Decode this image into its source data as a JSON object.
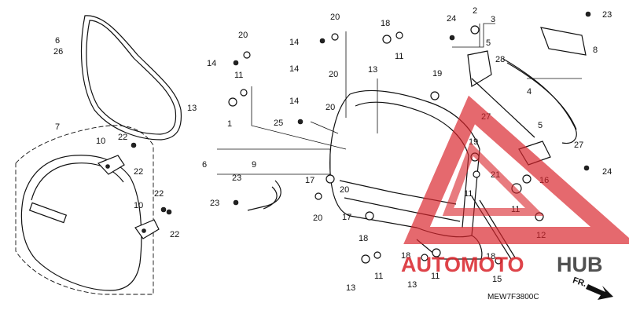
{
  "diagram": {
    "code": "MEW7F3800C",
    "direction_label": "FR.",
    "watermark": {
      "part1": "AUTOMOTO",
      "part2": "HUB",
      "color_red": "#d9232a",
      "color_dark": "#333333"
    },
    "callouts": [
      {
        "id": "c6",
        "text": "6"
      },
      {
        "id": "c26",
        "text": "26"
      },
      {
        "id": "c7",
        "text": "7"
      },
      {
        "id": "c10a",
        "text": "10"
      },
      {
        "id": "c22a",
        "text": "22"
      },
      {
        "id": "c22b",
        "text": "22"
      },
      {
        "id": "c10b",
        "text": "10"
      },
      {
        "id": "c22c",
        "text": "22"
      },
      {
        "id": "c22d",
        "text": "22"
      },
      {
        "id": "c20a",
        "text": "20"
      },
      {
        "id": "c14a",
        "text": "14"
      },
      {
        "id": "c11a",
        "text": "11"
      },
      {
        "id": "c13a",
        "text": "13"
      },
      {
        "id": "c1",
        "text": "1"
      },
      {
        "id": "c20b",
        "text": "20"
      },
      {
        "id": "c14b",
        "text": "14"
      },
      {
        "id": "c14c",
        "text": "14"
      },
      {
        "id": "c20c",
        "text": "20"
      },
      {
        "id": "c14d",
        "text": "14"
      },
      {
        "id": "c20d",
        "text": "20"
      },
      {
        "id": "c25",
        "text": "25"
      },
      {
        "id": "c6b",
        "text": "6"
      },
      {
        "id": "c9",
        "text": "9"
      },
      {
        "id": "c23a",
        "text": "23"
      },
      {
        "id": "c23b",
        "text": "23"
      },
      {
        "id": "c17a",
        "text": "17"
      },
      {
        "id": "c20e",
        "text": "20"
      },
      {
        "id": "c17b",
        "text": "17"
      },
      {
        "id": "c18a",
        "text": "18"
      },
      {
        "id": "c11b",
        "text": "11"
      },
      {
        "id": "c13b",
        "text": "13"
      },
      {
        "id": "c19a",
        "text": "19"
      },
      {
        "id": "c24a",
        "text": "24"
      },
      {
        "id": "c2",
        "text": "2"
      },
      {
        "id": "c3",
        "text": "3"
      },
      {
        "id": "c5a",
        "text": "5"
      },
      {
        "id": "c28",
        "text": "28"
      },
      {
        "id": "c23c",
        "text": "23"
      },
      {
        "id": "c8",
        "text": "8"
      },
      {
        "id": "c4",
        "text": "4"
      },
      {
        "id": "c27a",
        "text": "27"
      },
      {
        "id": "c5b",
        "text": "5"
      },
      {
        "id": "c27b",
        "text": "27"
      },
      {
        "id": "c24b",
        "text": "24"
      },
      {
        "id": "c19b",
        "text": "19"
      },
      {
        "id": "c21",
        "text": "21"
      },
      {
        "id": "c16",
        "text": "16"
      },
      {
        "id": "c11c",
        "text": "11"
      },
      {
        "id": "c12",
        "text": "12"
      },
      {
        "id": "c18b",
        "text": "18"
      },
      {
        "id": "c18c",
        "text": "18"
      },
      {
        "id": "c11d",
        "text": "11"
      },
      {
        "id": "c11e",
        "text": "11"
      },
      {
        "id": "c13c",
        "text": "13"
      },
      {
        "id": "c13d",
        "text": "13"
      },
      {
        "id": "c15",
        "text": "15"
      },
      {
        "id": "c18d",
        "text": "18"
      },
      {
        "id": "c20f",
        "text": "20"
      },
      {
        "id": "c11f",
        "text": "11"
      }
    ]
  }
}
